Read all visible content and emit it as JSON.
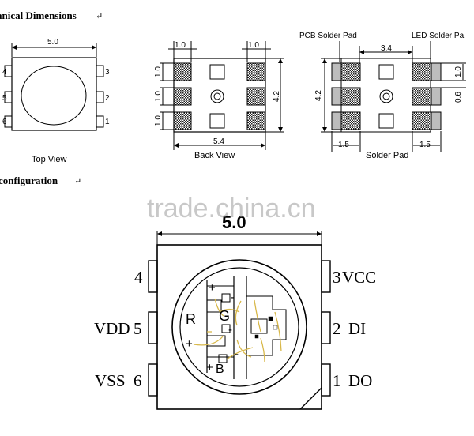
{
  "headings": {
    "mech": "anical  Dimensions",
    "pin": "configuration"
  },
  "paragraph_mark": "↵",
  "watermark": "trade.china.cn",
  "top_view": {
    "caption": "Top View",
    "width": "5.0",
    "pins_left": [
      "4",
      "5",
      "6"
    ],
    "pins_right": [
      "3",
      "2",
      "1"
    ]
  },
  "back_view": {
    "caption": "Back View",
    "pad_left": "1.0",
    "pad_right": "1.0",
    "pitch": [
      "1.0",
      "1.0",
      "1.0"
    ],
    "height": "4.2",
    "length": "5.4"
  },
  "solder_pad": {
    "caption": "Solder Pad",
    "pcb_label": "PCB Solder Pad",
    "led_label": "LED Solder Pa",
    "gap": "3.4",
    "height": "4.2",
    "pad_len": "1.0",
    "pad_gap": "0.6",
    "pad_w_left": "1.5",
    "pad_w_right": "1.5"
  },
  "pin_config": {
    "width": "5.0",
    "left_pins": [
      {
        "label": "4",
        "name": ""
      },
      {
        "label": "5",
        "name": "VDD"
      },
      {
        "label": "6",
        "name": "VSS"
      }
    ],
    "right_pins": [
      {
        "label": "3",
        "name": "VCC"
      },
      {
        "label": "2",
        "name": "DI"
      },
      {
        "label": "1",
        "name": "DO"
      }
    ],
    "die_labels": {
      "r": "R",
      "g": "G",
      "b": "B",
      "plus": "+",
      "minus": "-"
    }
  }
}
